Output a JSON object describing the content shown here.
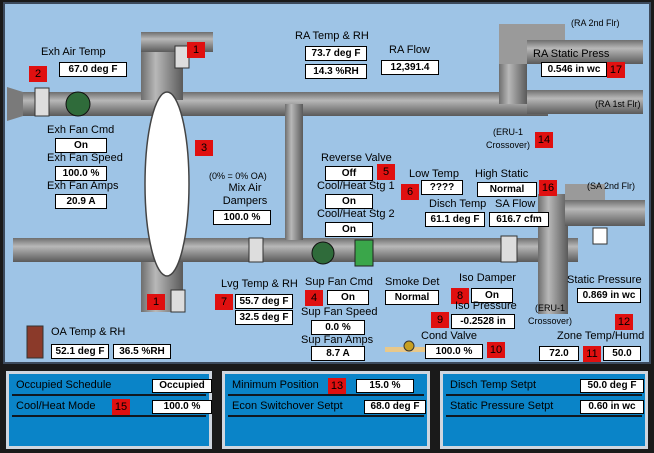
{
  "colors": {
    "background": "#9ec4e6",
    "duct": "#8a8a8a",
    "tag": "#e01010",
    "panel": "#0a84c8"
  },
  "graphic": {
    "exh_air_temp": {
      "label": "Exh Air Temp",
      "value": "67.0 deg F"
    },
    "ra_temp_rh": {
      "label": "RA Temp & RH",
      "temp": "73.7 deg F",
      "rh": "14.3 %RH"
    },
    "ra_flow": {
      "label": "RA Flow",
      "value": "12,391.4"
    },
    "ra_2nd_flr": "(RA 2nd Flr)",
    "ra_1st_flr": "(RA 1st Flr)",
    "ra_static_press": {
      "label": "RA Static Press",
      "value": "0.546 in wc"
    },
    "eru_crossover_top": "(ERU-1 Crossover)",
    "exh_fan_cmd": {
      "label": "Exh Fan Cmd",
      "value": "On"
    },
    "exh_fan_speed": {
      "label": "Exh Fan Speed",
      "value": "100.0 %"
    },
    "exh_fan_amps": {
      "label": "Exh Fan Amps",
      "value": "20.9 A"
    },
    "mix_air_dampers": {
      "note": "(0% = 0% OA)",
      "label": "Mix Air Dampers",
      "value": "100.0 %"
    },
    "reverse_valve": {
      "label": "Reverse Valve",
      "value": "Off"
    },
    "cool_heat_stg1": {
      "label": "Cool/Heat Stg 1",
      "value": "On"
    },
    "cool_heat_stg2": {
      "label": "Cool/Heat Stg 2",
      "value": "On"
    },
    "low_temp": {
      "label": "Low Temp",
      "value": "????"
    },
    "high_static": {
      "label": "High Static",
      "value": "Normal"
    },
    "disch_temp": {
      "label": "Disch Temp",
      "value": "61.1 deg F"
    },
    "sa_flow": {
      "label": "SA Flow",
      "value": "616.7 cfm"
    },
    "sa_2nd_flr": "(SA 2nd Flr)",
    "lvg_temp_rh": {
      "label": "Lvg Temp & RH",
      "temp": "55.7 deg F",
      "rh": "32.5 deg F"
    },
    "sup_fan_cmd": {
      "label": "Sup Fan Cmd",
      "value": "On"
    },
    "smoke_det": {
      "label": "Smoke Det",
      "value": "Normal"
    },
    "iso_damper": {
      "label": "Iso Damper",
      "value": "On"
    },
    "iso_pressure": {
      "label": "Iso Pressure",
      "value": "-0.2528 in"
    },
    "static_pressure": {
      "label": "Static Pressure",
      "value": "0.869 in wc"
    },
    "sup_fan_speed": {
      "label": "Sup Fan Speed",
      "value": "0.0 %"
    },
    "sup_fan_amps": {
      "label": "Sup Fan Amps",
      "value": "8.7 A"
    },
    "eru_crossover_bottom": "(ERU-1 Crossover)",
    "oa_temp_rh": {
      "label": "OA Temp & RH",
      "temp": "52.1 deg F",
      "rh": "36.5 %RH"
    },
    "cond_valve": {
      "label": "Cond Valve",
      "value": "100.0 %"
    },
    "zone_temp_humd": {
      "label": "Zone Temp/Humd",
      "temp": "72.0",
      "humd": "50.0"
    },
    "tags": [
      "1",
      "2",
      "3",
      "4",
      "5",
      "6",
      "7",
      "8",
      "9",
      "10",
      "11",
      "12",
      "13",
      "14",
      "15",
      "16",
      "17",
      "1"
    ]
  },
  "panels": {
    "left": [
      {
        "label": "Occupied Schedule",
        "value": "Occupied"
      },
      {
        "label": "Cool/Heat Mode",
        "tag": "15",
        "value": "100.0 %"
      },
      {
        "label": "",
        "value": ""
      }
    ],
    "middle": [
      {
        "label": "Minimum Position",
        "tag": "13",
        "value": "15.0 %"
      },
      {
        "label": "Econ Switchover Setpt",
        "value": "68.0 deg F"
      },
      {
        "label": "",
        "value": ""
      }
    ],
    "right": [
      {
        "label": "Disch Temp Setpt",
        "value": "50.0 deg F"
      },
      {
        "label": "Static Pressure Setpt",
        "value": "0.60 in wc"
      },
      {
        "label": "",
        "value": ""
      }
    ]
  }
}
